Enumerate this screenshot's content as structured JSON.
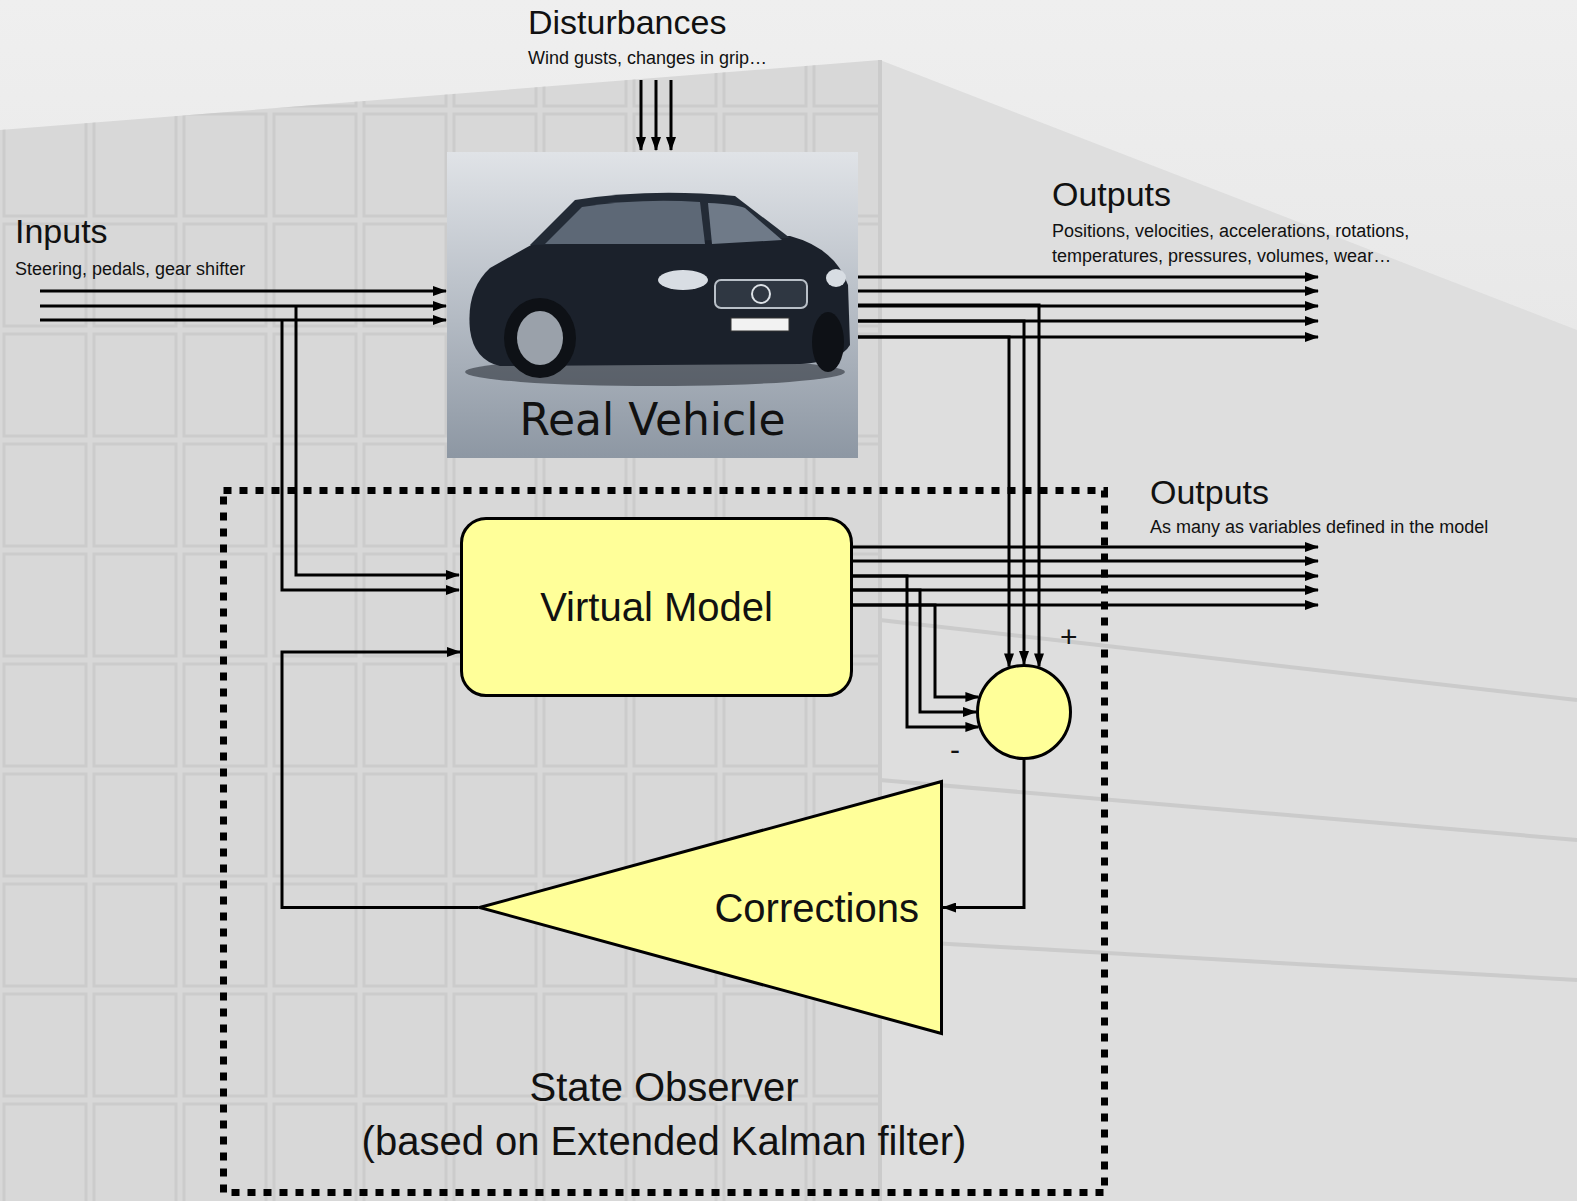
{
  "diagram": {
    "nodes": [
      {
        "text": [
          "Real Vehicle"
        ]
      },
      {
        "text": [
          "State Observer",
          "(based on Extended Kalman filter)"
        ]
      },
      {
        "text": [
          "Virtual Model"
        ],
        "in": 1
      },
      {
        "text": [
          "+",
          "-"
        ],
        "in": 1
      },
      {
        "text": [
          "Corrections"
        ],
        "in": 1
      }
    ],
    "edges": [
      {
        "from": 0,
        "to": 3,
        "arrow": "to"
      },
      {
        "from": 2,
        "to": 3,
        "arrow": "to"
      },
      {
        "from": 3,
        "to": 4,
        "arrow": "to"
      },
      {
        "from": 4,
        "to": 2,
        "arrow": "to"
      }
    ],
    "labels": [
      "Disturbances",
      "Wind gusts, changes in grip…",
      "Inputs",
      "Steering, pedals, gear shifter",
      "Outputs",
      "Positions, velocities, accelerations, rotations, temperatures, pressures, volumes, wear…",
      "Outputs",
      "As many as variables defined in the model"
    ]
  }
}
